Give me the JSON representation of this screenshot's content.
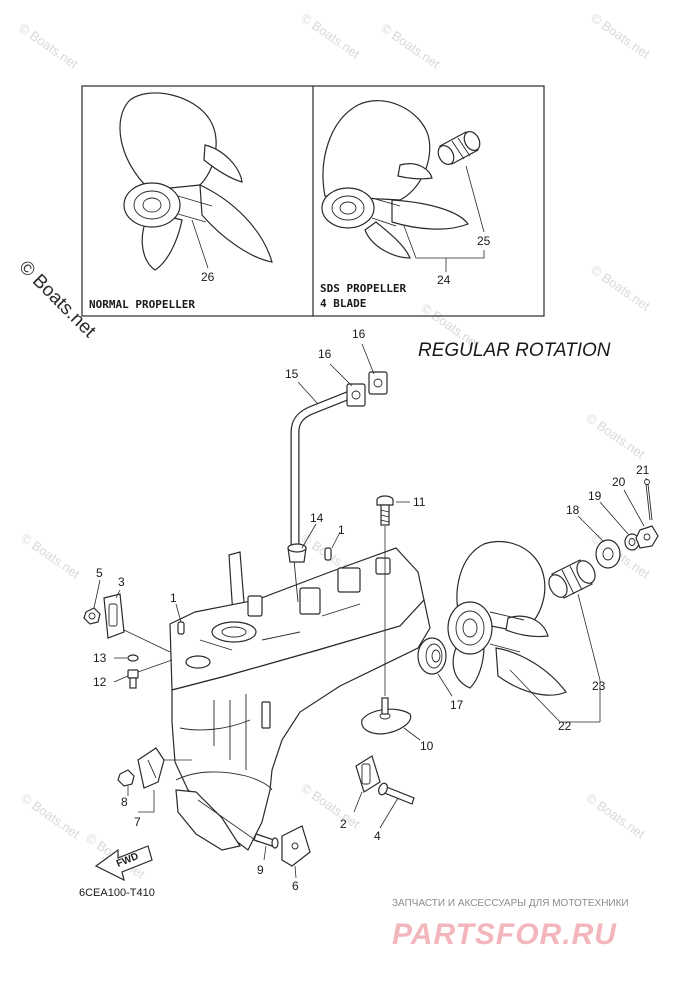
{
  "heading": "REGULAR ROTATION",
  "part_number": "6CEA100-T410",
  "box_labels": {
    "normal": "NORMAL PROPELLER",
    "sds_line1": "SDS PROPELLER",
    "sds_line2": "4 BLADE"
  },
  "fwd_label": "FWD",
  "watermark": "© Boats.net",
  "branding": {
    "tagline": "ЗАПЧАСТИ И АКСЕССУАРЫ ДЛЯ МОТОТЕХНИКИ",
    "logo": "PARTSFOR.RU",
    "logo_color": "#f2b6bc"
  },
  "callouts": [
    {
      "id": "c26",
      "label": "26"
    },
    {
      "id": "c25",
      "label": "25"
    },
    {
      "id": "c24",
      "label": "24"
    },
    {
      "id": "c16a",
      "label": "16"
    },
    {
      "id": "c16b",
      "label": "16"
    },
    {
      "id": "c15",
      "label": "15"
    },
    {
      "id": "c21",
      "label": "21"
    },
    {
      "id": "c20",
      "label": "20"
    },
    {
      "id": "c19",
      "label": "19"
    },
    {
      "id": "c18",
      "label": "18"
    },
    {
      "id": "c11",
      "label": "11"
    },
    {
      "id": "c14",
      "label": "14"
    },
    {
      "id": "c1a",
      "label": "1"
    },
    {
      "id": "c5",
      "label": "5"
    },
    {
      "id": "c3",
      "label": "3"
    },
    {
      "id": "c1b",
      "label": "1"
    },
    {
      "id": "c13",
      "label": "13"
    },
    {
      "id": "c12",
      "label": "12"
    },
    {
      "id": "c17",
      "label": "17"
    },
    {
      "id": "c23",
      "label": "23"
    },
    {
      "id": "c22",
      "label": "22"
    },
    {
      "id": "c10",
      "label": "10"
    },
    {
      "id": "c8",
      "label": "8"
    },
    {
      "id": "c7",
      "label": "7"
    },
    {
      "id": "c2",
      "label": "2"
    },
    {
      "id": "c4",
      "label": "4"
    },
    {
      "id": "c9",
      "label": "9"
    },
    {
      "id": "c6",
      "label": "6"
    }
  ]
}
